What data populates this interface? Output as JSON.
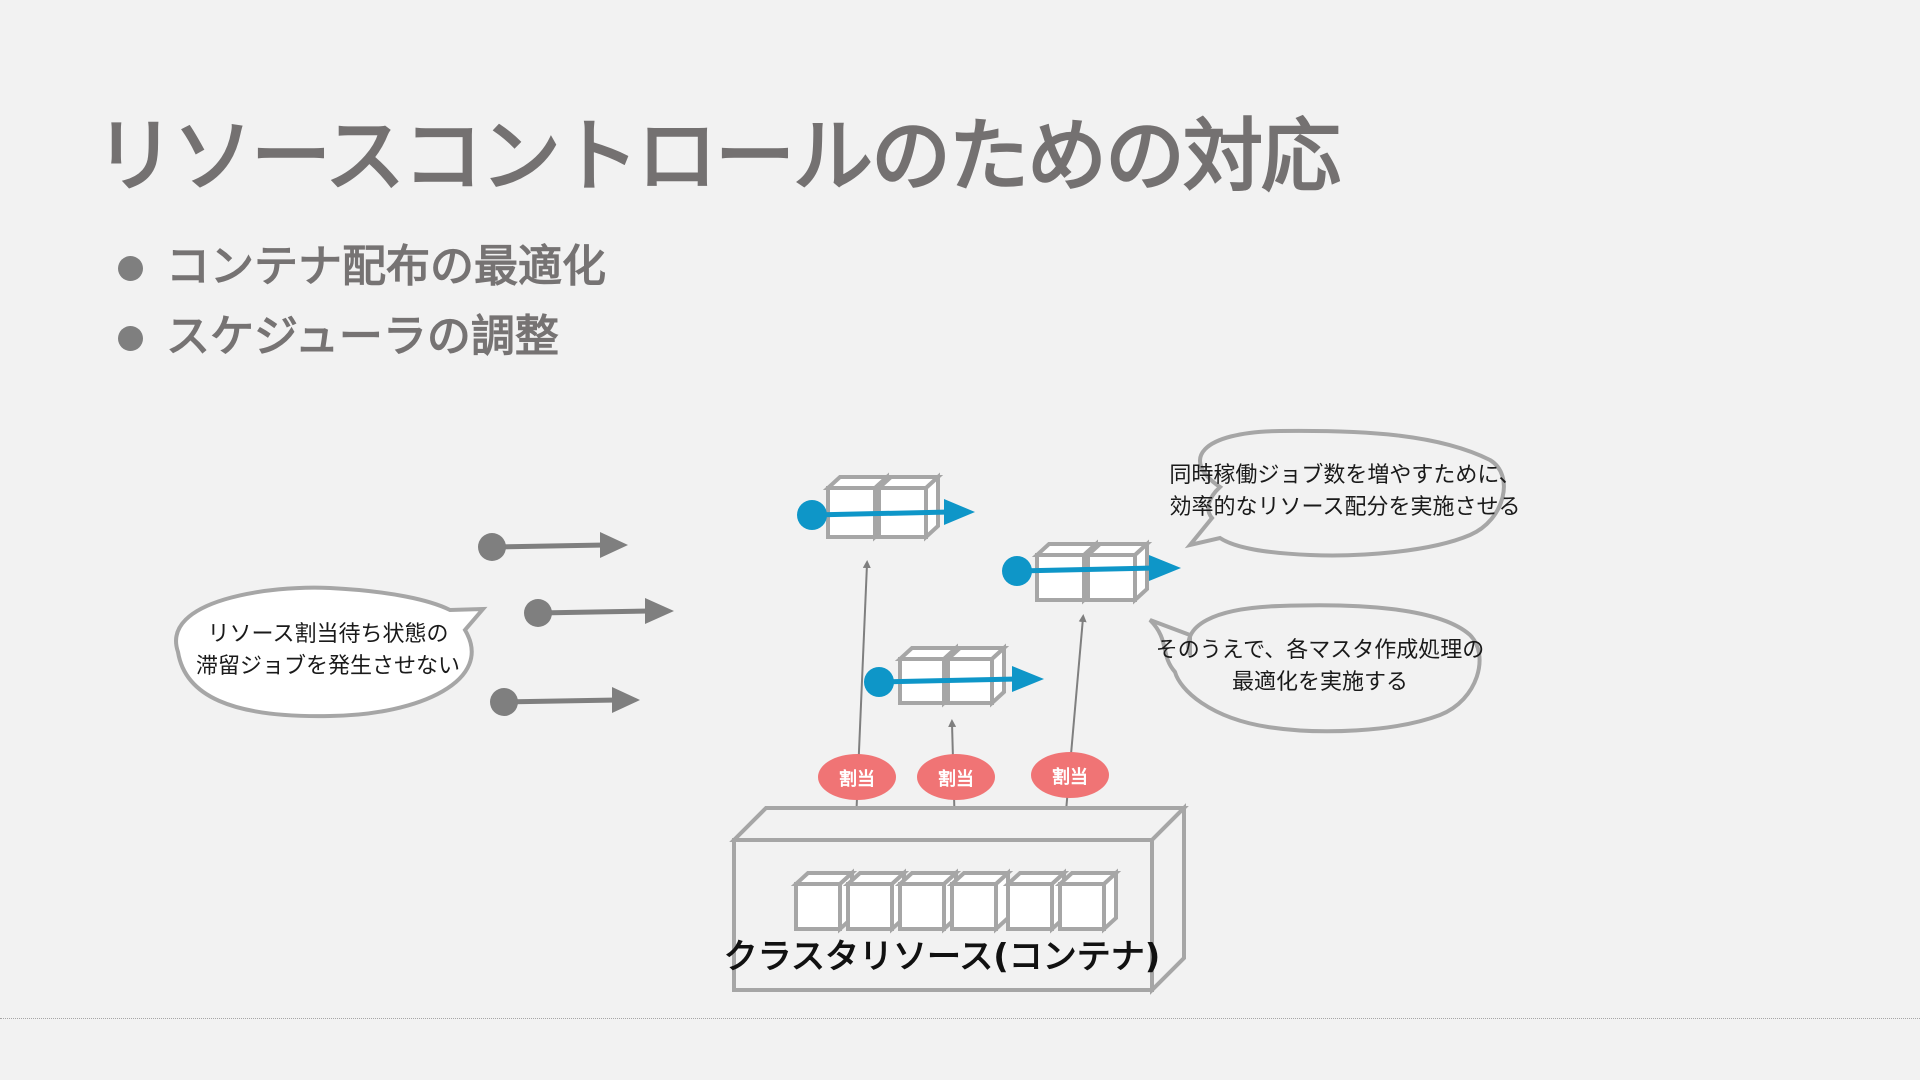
{
  "slide": {
    "title": "リソースコントロールのための対応",
    "bullets": [
      {
        "label": "コンテナ配布の最適化"
      },
      {
        "label": "スケジューラの調整"
      }
    ]
  },
  "diagram": {
    "cluster_label": "クラスタリソース(コンテナ)",
    "allocation_badges": [
      {
        "label": "割当"
      },
      {
        "label": "割当"
      },
      {
        "label": "割当"
      }
    ],
    "callouts": {
      "waiting": [
        "リソース割当待ち状態の",
        "滞留ジョブを発生させない"
      ],
      "concurrency": [
        "同時稼働ジョブ数を増やすために、",
        "効率的なリソース配分を実施させる"
      ],
      "optimize": [
        "そのうえで、各マスタ作成処理の",
        "最適化を実施する"
      ]
    },
    "colors": {
      "job_active": "#0e96c8",
      "job_waiting": "#7f7f7f",
      "badge": "#f07475",
      "container_stroke": "#a6a6a6",
      "title_text": "#747171"
    }
  }
}
